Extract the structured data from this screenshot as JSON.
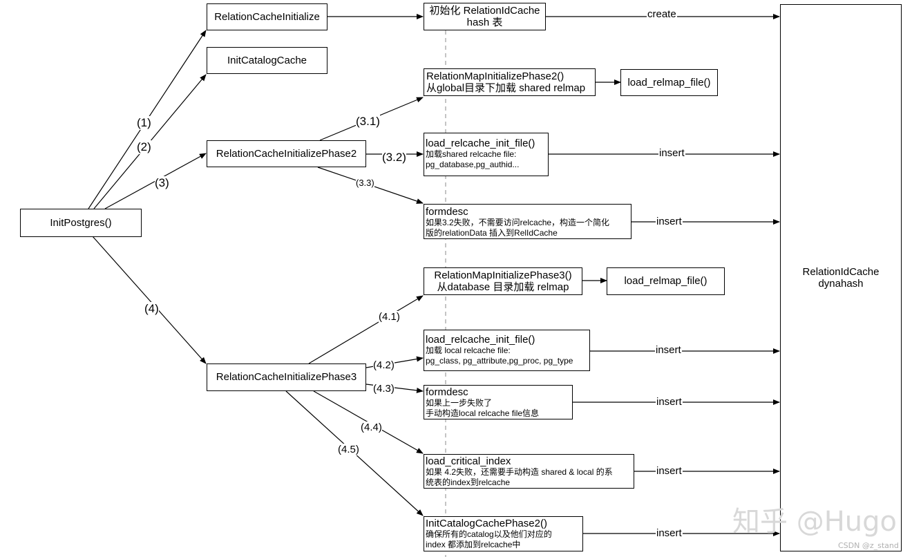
{
  "nodes": {
    "init_postgres": "InitPostgres()",
    "rc_init": "RelationCacheInitialize",
    "init_catalog_cache": "InitCatalogCache",
    "rc_phase2": "RelationCacheInitializePhase2",
    "rc_phase3": "RelationCacheInitializePhase3",
    "init_idcache": {
      "l1": "初始化 RelationIdCache",
      "l2": "hash 表"
    },
    "relmap_phase2": {
      "l1": "RelationMapInitializePhase2()",
      "l2": "从global目录下加载 shared relmap"
    },
    "load_relmap_1": "load_relmap_file()",
    "load_relcache_shared": {
      "title": "load_relcache_init_file()",
      "l1": "加载shared relcache file:",
      "l2": "pg_database,pg_authid..."
    },
    "formdesc_1": {
      "title": "formdesc",
      "l1": "如果3.2失败，不需要访问relcache，构造一个简化",
      "l2": "版的relationData 插入到RelIdCache"
    },
    "relmap_phase3": {
      "l1": "RelationMapInitializePhase3()",
      "l2": "从database 目录加载 relmap"
    },
    "load_relmap_2": "load_relmap_file()",
    "load_relcache_local": {
      "title": "load_relcache_init_file()",
      "l1": "加载 local relcache file:",
      "l2": "pg_class, pg_attribute,pg_proc, pg_type"
    },
    "formdesc_2": {
      "title": "formdesc",
      "l1": "如果上一步失败了",
      "l2": "手动构造local relcache file信息"
    },
    "load_critical": {
      "title": "load_critical_index",
      "l1": "如果 4.2失败，还需要手动构造 shared & local 的系",
      "l2": "统表的index到relcache"
    },
    "catcache_phase2": {
      "title": "InitCatalogCachePhase2()",
      "l1": "确保所有的catalog以及他们对应的",
      "l2": "index 都添加到relcache中"
    },
    "idcache": {
      "l1": "RelationIdCache",
      "l2": "dynahash"
    }
  },
  "step_labels": {
    "s1": "(1)",
    "s2": "(2)",
    "s3": "(3)",
    "s4": "(4)",
    "s31": "(3.1)",
    "s32": "(3.2)",
    "s33": "(3.3)",
    "s41": "(4.1)",
    "s42": "(4.2)",
    "s43": "(4.3)",
    "s44": "(4.4)",
    "s45": "(4.5)"
  },
  "edge_labels": {
    "create": "create",
    "insert_1": "insert",
    "insert_2": "insert",
    "insert_3": "insert",
    "insert_4": "insert",
    "insert_5": "insert",
    "insert_6": "insert"
  },
  "watermark": {
    "main": "知乎 @Hugo",
    "csdn": "CSDN @z_stand"
  }
}
